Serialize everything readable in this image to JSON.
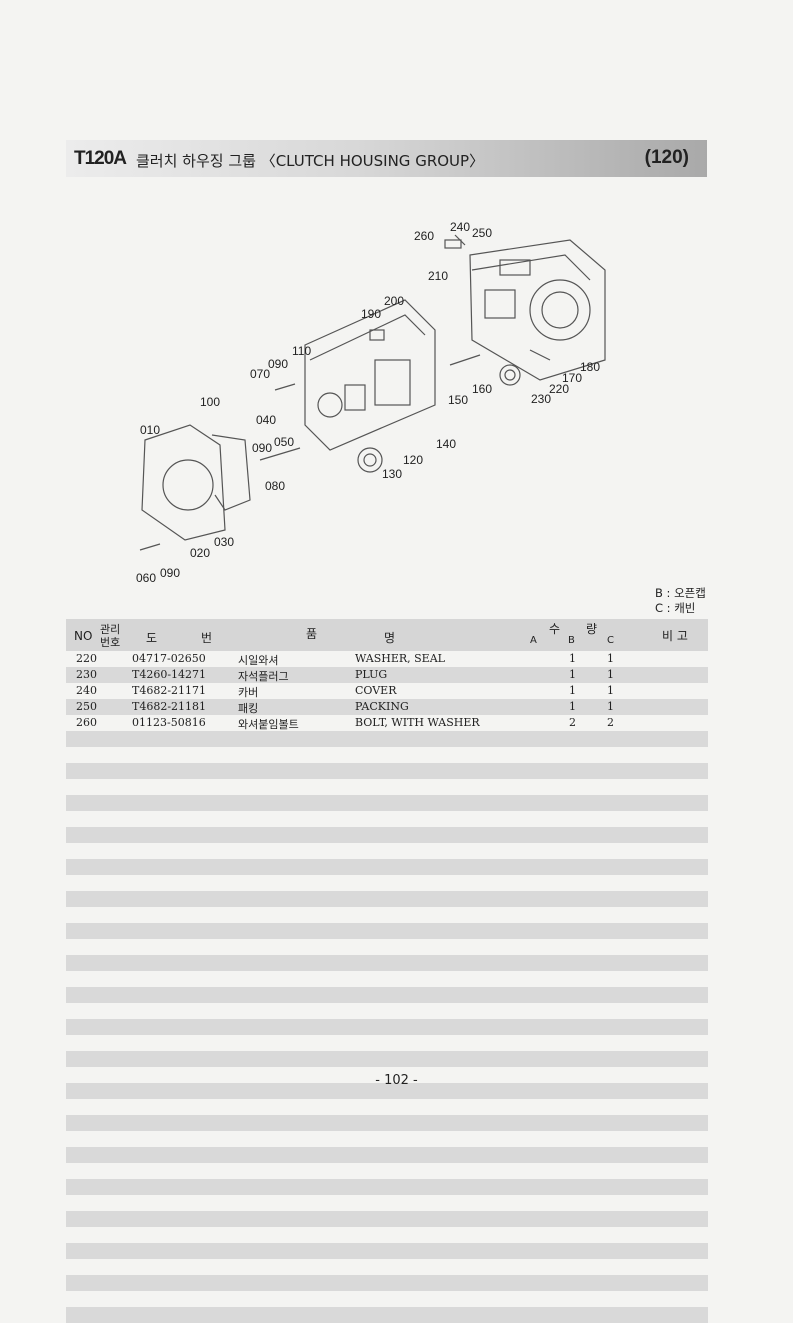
{
  "header": {
    "code": "T120A",
    "title": "클러치 하우징 그룹 〈CLUTCH HOUSING GROUP〉",
    "number": "(120)"
  },
  "diagram": {
    "callouts": [
      "260",
      "240",
      "250",
      "210",
      "200",
      "190",
      "110",
      "090",
      "070",
      "180",
      "170",
      "220",
      "160",
      "230",
      "150",
      "100",
      "040",
      "010",
      "050",
      "090",
      "140",
      "120",
      "130",
      "080",
      "030",
      "020",
      "060",
      "090"
    ]
  },
  "legend": {
    "b": "B : 오픈캡",
    "c": "C : 캐빈"
  },
  "table": {
    "headers": {
      "no": "NO",
      "mgmt_top": "관리",
      "mgmt_bottom": "번호",
      "drawing_1": "도",
      "drawing_2": "번",
      "name_1": "품",
      "name_2": "명",
      "qty_1": "수",
      "qty_2": "량",
      "col_a": "A",
      "col_b": "B",
      "col_c": "C",
      "remarks": "비 고"
    },
    "rows": [
      {
        "no": "220",
        "part": "04717-02650",
        "kor": "시일와셔",
        "eng": "WASHER, SEAL",
        "b": "1",
        "c": "1"
      },
      {
        "no": "230",
        "part": "T4260-14271",
        "kor": "자석플러그",
        "eng": "PLUG",
        "b": "1",
        "c": "1"
      },
      {
        "no": "240",
        "part": "T4682-21171",
        "kor": "카버",
        "eng": "COVER",
        "b": "1",
        "c": "1"
      },
      {
        "no": "250",
        "part": "T4682-21181",
        "kor": "패킹",
        "eng": "PACKING",
        "b": "1",
        "c": "1"
      },
      {
        "no": "260",
        "part": "01123-50816",
        "kor": "와셔붙임볼트",
        "eng": "BOLT, WITH WASHER",
        "b": "2",
        "c": "2"
      }
    ]
  },
  "page_number": "- 102 -"
}
